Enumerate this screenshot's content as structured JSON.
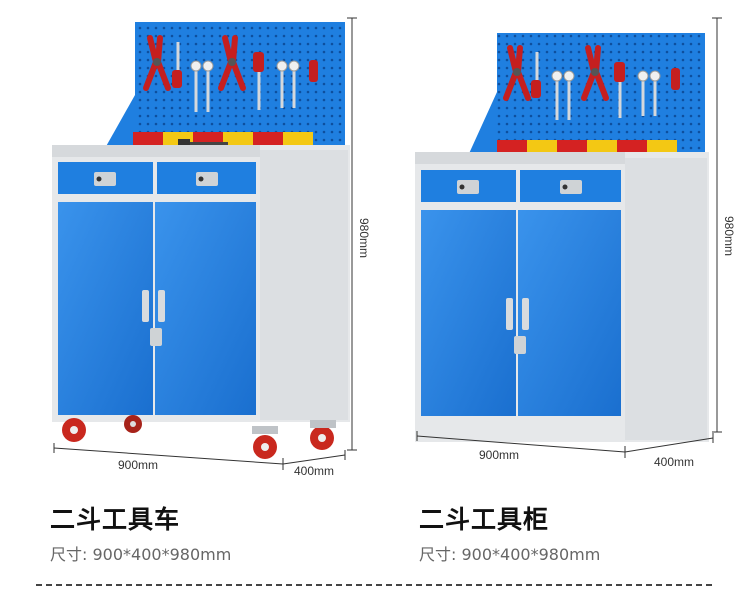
{
  "products": [
    {
      "title": "二斗工具车",
      "spec_label": "尺寸:",
      "spec_value": "900*400*980mm",
      "dim_width": "900mm",
      "dim_depth": "400mm",
      "dim_height": "980mm",
      "has_wheels": true
    },
    {
      "title": "二斗工具柜",
      "spec_label": "尺寸:",
      "spec_value": "900*400*980mm",
      "dim_width": "900mm",
      "dim_depth": "400mm",
      "dim_height": "980mm",
      "has_wheels": false
    }
  ],
  "colors": {
    "cabinet_blue": "#1f7fe0",
    "body_gray": "#e6e8ea",
    "bin_red": "#d42222",
    "bin_yellow": "#f3c814",
    "wheel_red": "#c9281e"
  }
}
